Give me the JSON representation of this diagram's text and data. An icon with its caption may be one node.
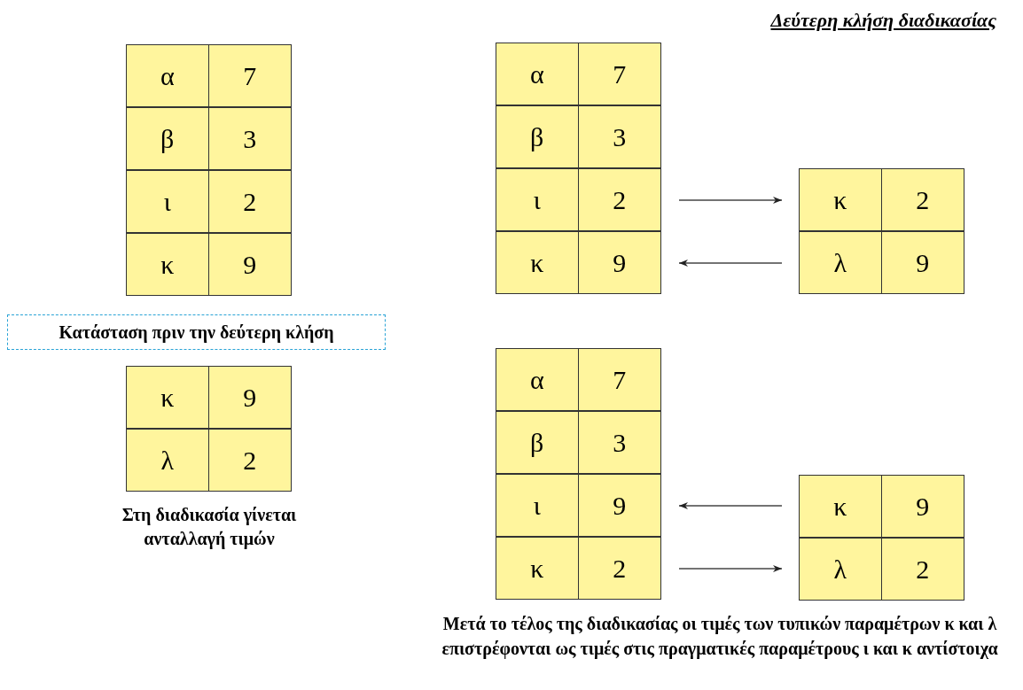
{
  "diagram": {
    "title": "Δεύτερη κλήση διαδικασίας",
    "caption": "Μετά το τέλος της διαδικασίας οι τιμές των τυπικών παραμέτρων κ και λ επιστρέφονται ως τιμές στις πραγματικές παραμέτρους ι και κ αντίστοιχα",
    "nodes": [
      {
        "text": [
          "α",
          "7"
        ]
      },
      {
        "text": [
          "β",
          "3"
        ]
      },
      {
        "text": [
          "ι",
          "2"
        ]
      },
      {
        "text": [
          "κ",
          "9"
        ]
      },
      {
        "text": [
          "Κατάσταση πριν την δεύτερη κλήση"
        ]
      },
      {
        "text": [
          "κ",
          "9"
        ]
      },
      {
        "text": [
          "λ",
          "2"
        ]
      },
      {
        "text": [
          "α",
          "7"
        ]
      },
      {
        "text": [
          "β",
          "3"
        ]
      },
      {
        "text": [
          "ι",
          "2"
        ]
      },
      {
        "text": [
          "κ",
          "9"
        ]
      },
      {
        "text": [
          "κ",
          "2"
        ]
      },
      {
        "text": [
          "λ",
          "9"
        ]
      },
      {
        "text": [
          "α",
          "7"
        ]
      },
      {
        "text": [
          "β",
          "3"
        ]
      },
      {
        "text": [
          "ι",
          "9"
        ]
      },
      {
        "text": [
          "κ",
          "2"
        ]
      },
      {
        "text": [
          "κ",
          "9"
        ]
      },
      {
        "text": [
          "λ",
          "2"
        ]
      }
    ],
    "edges": [
      {
        "from": 9,
        "to": 11,
        "arrow": "to"
      },
      {
        "from": 12,
        "to": 10,
        "arrow": "to"
      },
      {
        "from": 17,
        "to": 15,
        "arrow": "to"
      },
      {
        "from": 16,
        "to": 18,
        "arrow": "to"
      }
    ],
    "labels": [
      "Στη διαδικασία γίνεται ανταλλαγή τιμών"
    ]
  }
}
